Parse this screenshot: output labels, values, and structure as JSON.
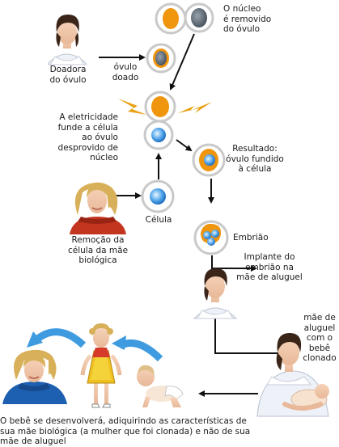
{
  "labels": {
    "nucleus_removed": [
      "O  núcleo",
      "é  removido",
      "do óvulo"
    ],
    "donor": [
      "Doadora",
      "do óvulo"
    ],
    "donated_egg": [
      "óvulo",
      "doado"
    ],
    "electricity": [
      "A  eletricidade",
      "funde  a célula",
      "ao óvulo",
      "desprovido de",
      "núcleo"
    ],
    "result": [
      "Resultado:",
      "óvulo fundido",
      "à  célula"
    ],
    "cell": "Célula",
    "cell_removal": [
      "Remoção da",
      "célula da mãe",
      "biológica"
    ],
    "embryo": "Embrião",
    "implant": [
      "Implante do",
      "embrião na",
      "mãe de aluguel"
    ],
    "surrogate": [
      "mãe  de",
      "aluguel",
      "com  o",
      "bebê",
      "clonado"
    ],
    "bottom_caption": "O bebê se desenvolverá, adiquirindo as características de sua mãe biológica (a mulher que foi clonada) e não de sua mãe de aluguel"
  },
  "colors": {
    "egg_orange": "#f0950e",
    "nucleus_gray": "#6e7a86",
    "cell_blue": "#8ec5ef",
    "cell_core": "#2f7fd0",
    "lightning": "#e8a010",
    "arrow": "#111111",
    "cycle_arrow": "#3f9be0"
  },
  "icons": [
    "woman-donor-icon",
    "woman-biological-mother-icon",
    "woman-surrogate-icon",
    "woman-surrogate-baby-icon",
    "woman-adult-clone-icon",
    "girl-child-icon",
    "baby-crawling-icon",
    "lightning-icon"
  ]
}
